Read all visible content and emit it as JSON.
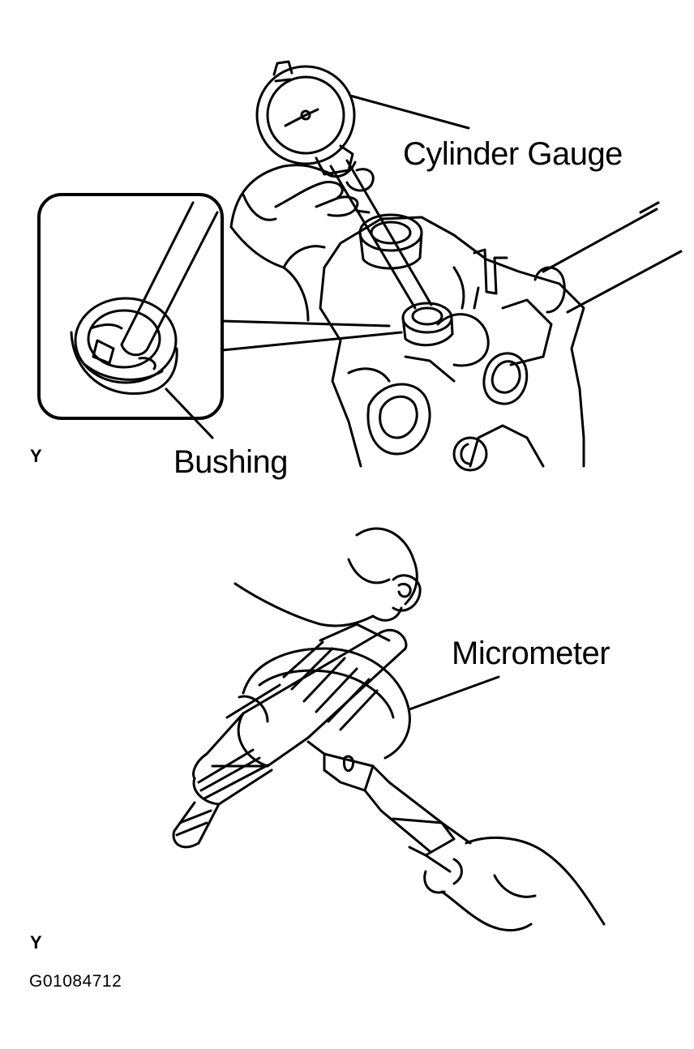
{
  "figure_top": {
    "callouts": {
      "cylinder_gauge": "Cylinder Gauge",
      "bushing": "Bushing"
    },
    "marker": "Y"
  },
  "figure_bottom": {
    "callouts": {
      "micrometer": "Micrometer"
    },
    "marker": "Y"
  },
  "figure_code": "G01084712",
  "line_color": "#000000"
}
